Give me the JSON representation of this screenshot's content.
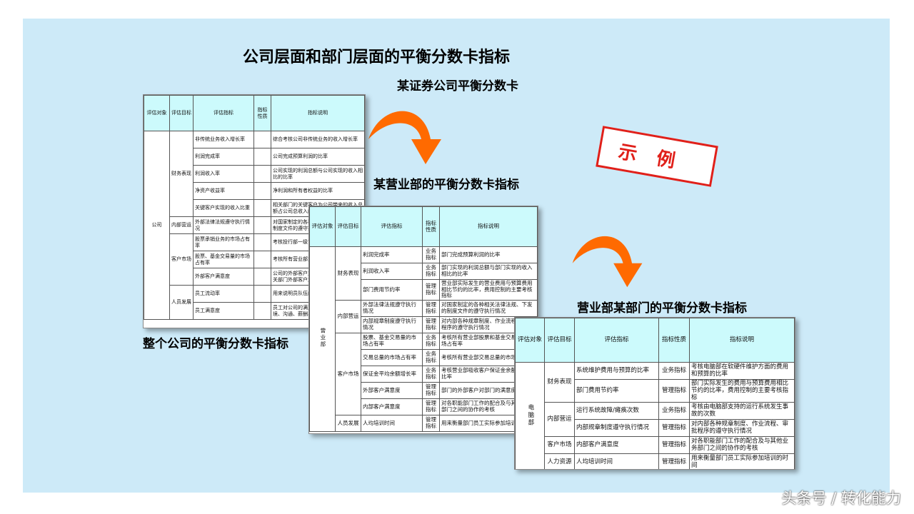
{
  "title": "公司层面和部门层面的平衡分数卡指标",
  "labels": {
    "securities": "某证券公司平衡分数卡",
    "branch": "某营业部的平衡分数卡指标",
    "company": "整个公司的平衡分数卡指标",
    "dept": "营业部某部门的平衡分数卡指标"
  },
  "stamp": "示例",
  "watermark": "头条号 / 转化能力",
  "colors": {
    "background": "#cdeaf8",
    "header": "#ccfafc",
    "arrow": "#ff6a00",
    "stamp": "#e0201a"
  },
  "table1": {
    "headers": [
      "评估对象",
      "评估目标",
      "评估指标",
      "指标性质",
      "指标说明"
    ],
    "object": "公司",
    "rows": [
      {
        "goal": "财务表现",
        "indicator": "非传统业务收入增长率",
        "desc": "综合考核公司非传统业务的收入增长率"
      },
      {
        "indicator": "利润完成率",
        "desc": "公司完成预算利润的比率"
      },
      {
        "indicator": "利润收入率",
        "desc": "公司实现的利润总额与公司实现的收入相比的比率"
      },
      {
        "indicator": "净资产收益率",
        "desc": "净利润和所有者权益的比率"
      },
      {
        "indicator": "关键客户实现的收入比重",
        "desc": "相关部门的关键客户为公司带来的收入总额占公司总收入的比重"
      },
      {
        "goal": "内部营运",
        "indicator": "外部法律法规遵守执行情况",
        "desc": "对国家制定的各种相关法律法规、下发的制度文件的遵守执行情况"
      },
      {
        "goal": "客户市场",
        "indicator": "股票承销业务的市场占有率",
        "desc": "考核投行部一级市场业务的市场占有率"
      },
      {
        "indicator": "股票、基金交易量的市场占有率",
        "desc": "考核所有营业部交易量的市场占有率"
      },
      {
        "indicator": "外部客户满意度",
        "desc": "公司的外部客户对公司的满意度，作为相关部门外部客户满意度的参考"
      },
      {
        "goal": "人员发展",
        "indicator": "员工流动率",
        "desc": "用来说明员队伍的稳定情况"
      },
      {
        "indicator": "员工满意度",
        "desc": "员工对公司的满意度，主要包括工作环境、沟通、薪酬、管理、公司环境等方面"
      }
    ]
  },
  "table2": {
    "headers": [
      "评估对象",
      "评估目标",
      "评估指标",
      "指标性质",
      "指标说明"
    ],
    "object": "营业部",
    "rows": [
      {
        "goal": "财务表现",
        "indicator": "利润完成率",
        "nature": "业务指标",
        "desc": "部门完成预算利润的比率"
      },
      {
        "indicator": "利润收入率",
        "nature": "业务指标",
        "desc": "部门实现的利润总额与部门实现的收入相比的比率"
      },
      {
        "indicator": "部门费用节约率",
        "nature": "管理指标",
        "desc": "营业部实际发生的营业费用与预算费用相比节约的比率，费用控制的主要考核指标"
      },
      {
        "goal": "内部营运",
        "indicator": "外部法律法规遵守执行情况",
        "nature": "管理指标",
        "desc": "对国家制定的各种相关法律法规、下发的制度文件的遵守执行情况"
      },
      {
        "indicator": "内部规章制度遵守执行情况",
        "nature": "管理指标",
        "desc": "对内部各种规章制度、作业流程、审批程序的遵守执行情况"
      },
      {
        "goal": "客户市场",
        "indicator": "股票、基金交易量的市场占有率",
        "nature": "业务指标",
        "desc": "考核所有营业部股票和基金交易量的市场占有率"
      },
      {
        "indicator": "交易总量的市场占有率",
        "nature": "业务指标",
        "desc": "考核所有营业部交易总量的市场占有率"
      },
      {
        "indicator": "保证金平均余额增长率",
        "nature": "业务指标",
        "desc": "考核营业部吸收客户保证金余额的增长比率"
      },
      {
        "indicator": "外部客户满意度",
        "nature": "管理指标",
        "desc": "部门的外部客户对部门的满意度"
      },
      {
        "indicator": "内部客户满意度",
        "nature": "管理指标",
        "desc": "对各职能部门工作的配合及与其他业务部门之间的协作的考核"
      },
      {
        "goal": "人员发展",
        "indicator": "人均培训时间",
        "nature": "管理指标",
        "desc": "用来衡量部门员工实际参加培训的时间"
      }
    ]
  },
  "table3": {
    "headers": [
      "评估对象",
      "评估目标",
      "评估指标",
      "指标性质",
      "指标说明"
    ],
    "object": "电脑部",
    "rows": [
      {
        "goal": "财务表现",
        "indicator": "系统维护费用与预算的比率",
        "nature": "业务指标",
        "desc": "考核电脑部在软硬件维护方面的费用和预算的比率"
      },
      {
        "indicator": "部门费用节约率",
        "nature": "管理指标",
        "desc": "部门实际发生的费用与预算费用相比节约的比率，费用控制的主要考核指标"
      },
      {
        "goal": "内部营运",
        "indicator": "运行系统故障/瘫痪次数",
        "nature": "业务指标",
        "desc": "考核由电脑部支持的运行系统发生事故的次数"
      },
      {
        "indicator": "内部规章制度遵守执行情况",
        "nature": "管理指标",
        "desc": "对内部各种规章制度、作业流程、审批程序的遵守执行情况"
      },
      {
        "goal": "客户市场",
        "indicator": "内部客户满意度",
        "nature": "管理指标",
        "desc": "对各职能部门工作的配合及与其他业务部门之间的协作的考核"
      },
      {
        "goal": "人力资源",
        "indicator": "人均培训时间",
        "nature": "管理指标",
        "desc": "用来衡量部门员工实际参加培训的时间"
      }
    ]
  }
}
